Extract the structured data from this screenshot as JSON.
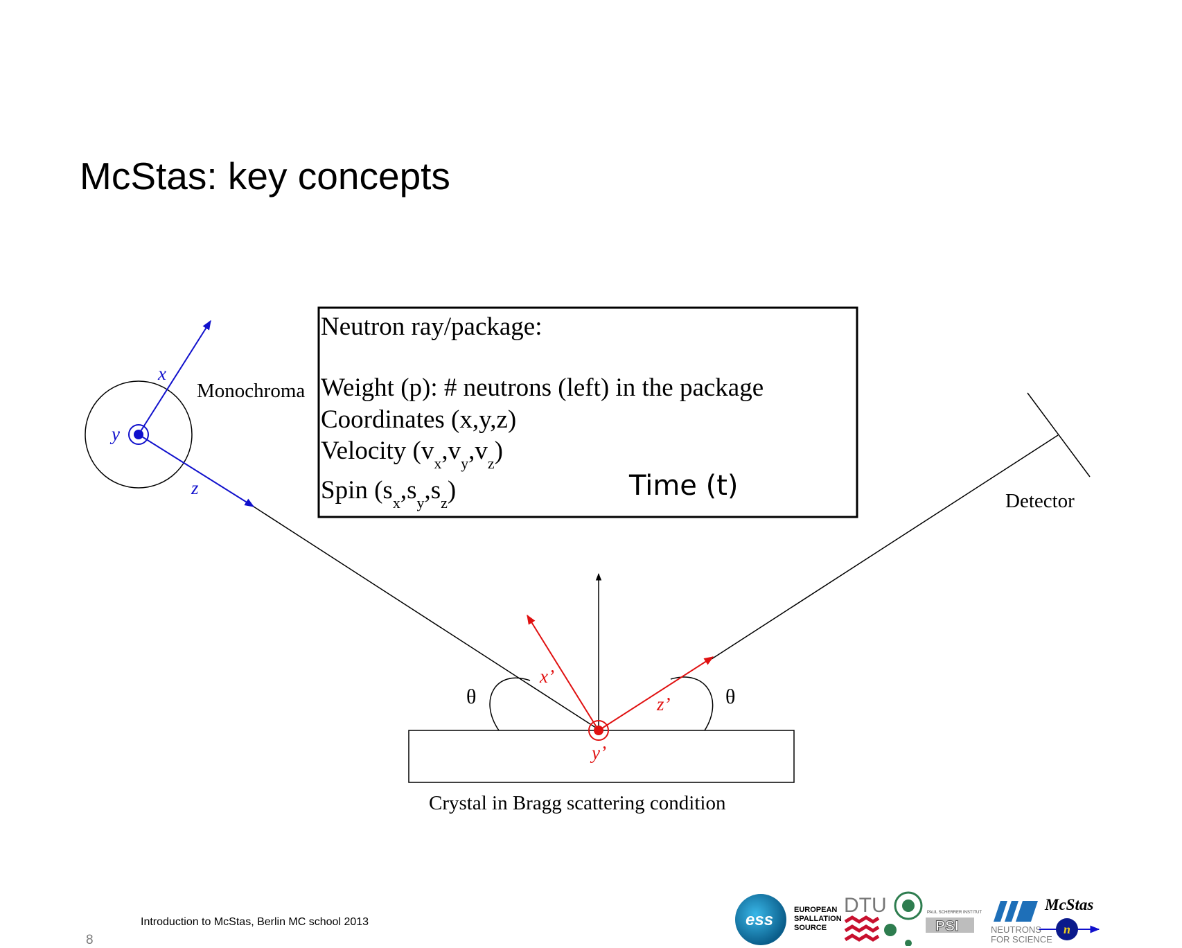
{
  "slide": {
    "title": "McStas: key concepts",
    "footer": "Introduction to McStas, Berlin MC school 2013",
    "page_number": "8"
  },
  "diagram": {
    "monochromator_label": "Monochroma",
    "detector_label": "Detector",
    "crystal_label": "Crystal in Bragg scattering condition",
    "theta_symbol": "θ",
    "axes_in": {
      "x": "x",
      "y": "y",
      "z": "z"
    },
    "axes_out": {
      "x": "x’",
      "y": "y’",
      "z": "z’"
    },
    "colors": {
      "in_axes": "#1010cc",
      "out_axes": "#e01010",
      "ray": "#000000"
    }
  },
  "info_box": {
    "heading": "Neutron ray/package:",
    "weight": "Weight (p): # neutrons (left) in the package",
    "coordinates": "Coordinates (x,y,z)",
    "velocity": {
      "prefix": "Velocity (v",
      "sub_x": "x",
      "sub_y": "y",
      "sub_z": "z",
      "suffix": ")"
    },
    "spin": {
      "prefix": "Spin (s",
      "sub_x": "x",
      "sub_y": "y",
      "sub_z": "z",
      "suffix": ")"
    },
    "time": "Time (t)"
  },
  "logos": {
    "ess_text": [
      "EUROPEAN",
      "SPALLATION",
      "SOURCE"
    ],
    "ess_mark": "ess",
    "dtu": "DTU",
    "psi_small": "PAUL SCHERRER INSTITUT",
    "psi": "PSI",
    "ill_text": [
      "NEUTRONS",
      "FOR SCIENCE"
    ],
    "mcstas": "McStas",
    "mcstas_n": "n"
  }
}
